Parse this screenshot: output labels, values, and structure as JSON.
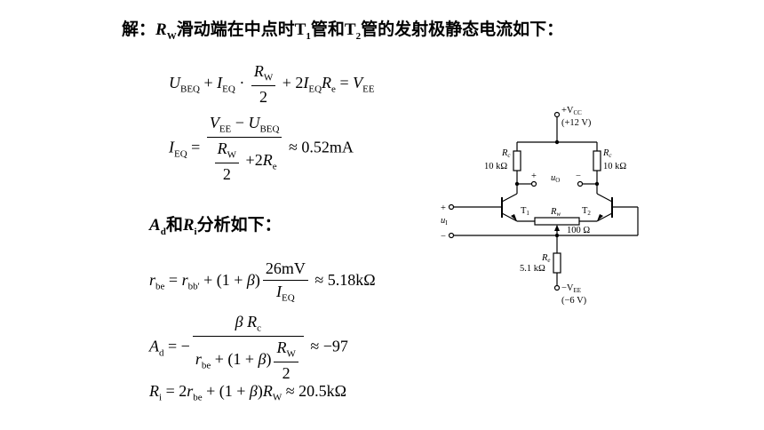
{
  "title": {
    "prefix": "解：",
    "rw": "R",
    "rw_sub": "W",
    "text1": "滑动端在中点时",
    "t1": "T",
    "t1_sub": "1",
    "text2": "管和",
    "t2": "T",
    "t2_sub": "2",
    "text3": "管的发射极静态电流如下："
  },
  "subhead": {
    "a": "A",
    "a_sub": "d",
    "and": "和",
    "r": "R",
    "r_sub": "i",
    "tail": "分析如下："
  },
  "eq1": {
    "ubeq": "U",
    "s1": "BEQ",
    "plus1": " + ",
    "ieq": "I",
    "s2": "EQ",
    "dot": " · ",
    "num": "R",
    "num_sub": "W",
    "den": "2",
    "rest": " + 2",
    "i2": "I",
    "s3": "EQ",
    "re": "R",
    "s4": "e",
    "eqs": " = ",
    "vee": "V",
    "s5": "EE"
  },
  "eq2": {
    "lhs": "I",
    "lhs_sub": "EQ",
    "eqs": " = ",
    "num_v": "V",
    "num_vs": "EE",
    "num_minus": " − ",
    "num_u": "U",
    "num_us": "BEQ",
    "den_r": "R",
    "den_rs": "W",
    "den_2": "2",
    "den_plus": " +2",
    "den_re": "R",
    "den_res": "e",
    "approx": " ≈ 0.52mA"
  },
  "eq3": {
    "r": "r",
    "rs": "be",
    "eqs": " = ",
    "r2": "r",
    "r2s": "bb'",
    "plus": " + (1 + ",
    "beta": "β",
    "close": ")",
    "num": "26mV",
    "den": "I",
    "den_s": "EQ",
    "approx": " ≈ 5.18kΩ"
  },
  "eq4": {
    "a": "A",
    "as": "d",
    "eqs": " = −",
    "num_beta": "β",
    "num_r": " R",
    "num_rs": "c",
    "den_r": "r",
    "den_rs": "be",
    "den_plus": " + (1 + ",
    "den_beta": "β",
    "den_close": ")",
    "den_frac_num": "R",
    "den_frac_nums": "W",
    "den_frac_den": "2",
    "approx": " ≈ −97"
  },
  "eq5": {
    "r": "R",
    "rs": "i",
    "eqs": " = 2",
    "r2": "r",
    "r2s": "be",
    "plus": " + (1 + ",
    "beta": "β",
    "close": ")",
    "rw": "R",
    "rws": "W",
    "approx": " ≈ 20.5kΩ"
  },
  "circuit": {
    "vcc": "+V",
    "vcc_sub": "CC",
    "vcc_val": "(+12 V)",
    "rc_left": "R",
    "rc_left_sub": "c",
    "rc_left_val": "10 kΩ",
    "rc_right": "R",
    "rc_right_sub": "c",
    "rc_right_val": "10 kΩ",
    "plus": "+",
    "minus": "−",
    "uo": "u",
    "uo_sub": "O",
    "ui_plus": "+",
    "ui": "u",
    "ui_sub": "I",
    "ui_minus": "−",
    "t1": "T",
    "t1_sub": "1",
    "t2": "T",
    "t2_sub": "2",
    "rw": "R",
    "rw_sub": "w",
    "rw_val": "100 Ω",
    "re": "R",
    "re_sub": "e",
    "re_val": "5.1 kΩ",
    "vee": "−V",
    "vee_sub": "EE",
    "vee_val": "(−6 V)"
  }
}
